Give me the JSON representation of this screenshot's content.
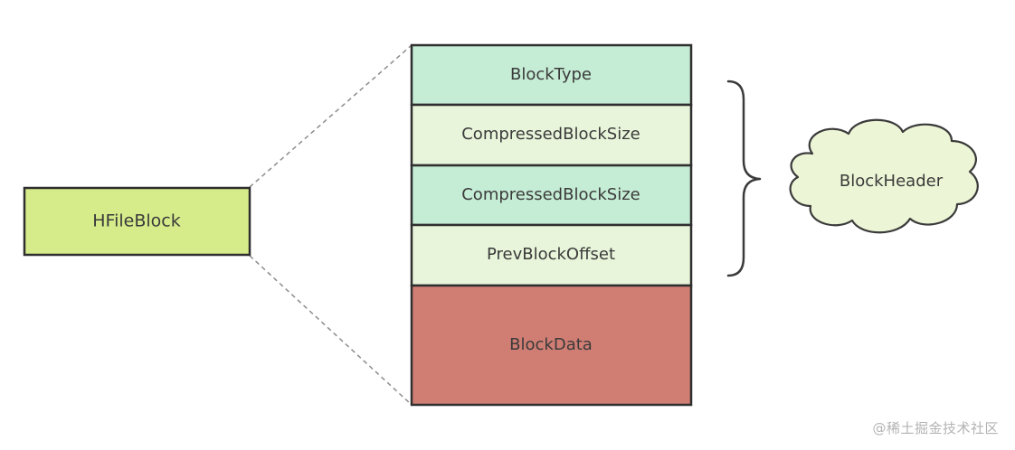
{
  "hfileblock": {
    "label": "HFileBlock",
    "fill": "#d6ec8b"
  },
  "block_layout": {
    "rows": [
      {
        "label": "BlockType",
        "fill": "#c5ecd4"
      },
      {
        "label": "CompressedBlockSize",
        "fill": "#e8f5da"
      },
      {
        "label": "CompressedBlockSize",
        "fill": "#c5ecd4"
      },
      {
        "label": "PrevBlockOffset",
        "fill": "#e8f5da"
      },
      {
        "label": "BlockData",
        "fill": "#d07e74"
      }
    ]
  },
  "header_group": {
    "label": "BlockHeader",
    "fill": "#ecf6d6"
  },
  "colors": {
    "outline": "#2f2f2f",
    "connector": "#8c8c8c",
    "brace": "#3a3a3a"
  },
  "watermark": "@稀土掘金技术社区"
}
